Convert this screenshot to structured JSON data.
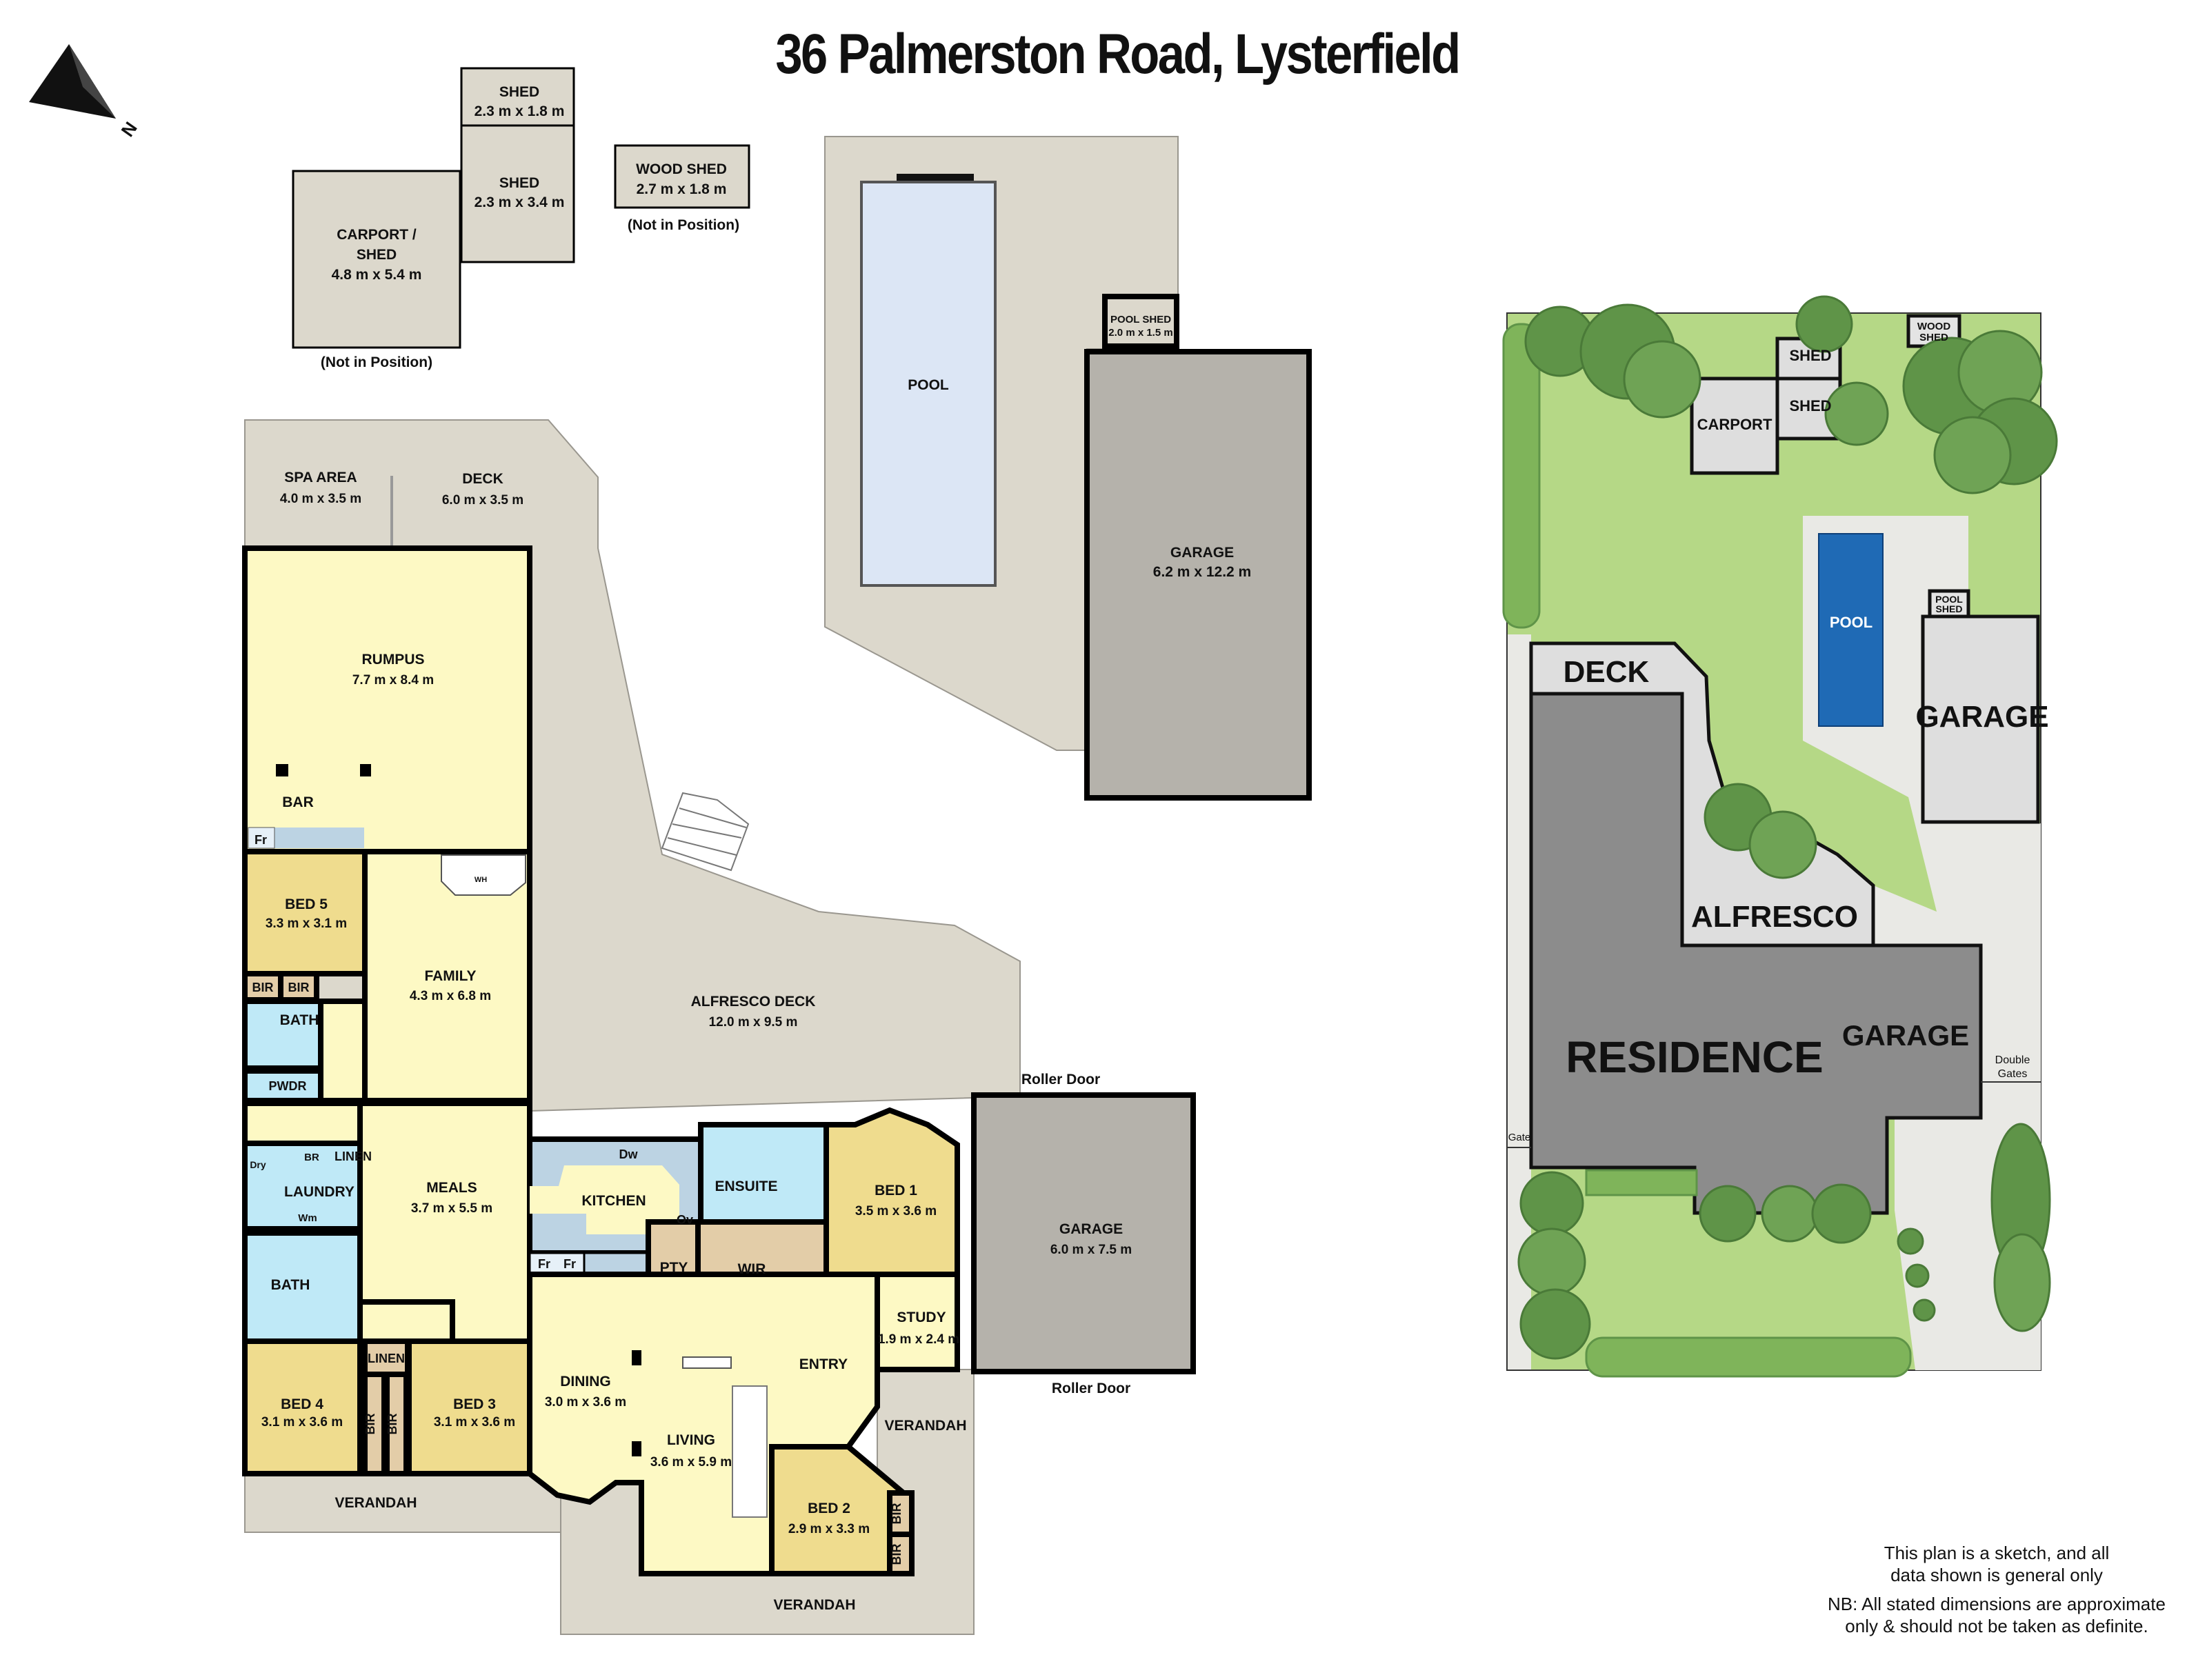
{
  "title": "36 Palmerston Road, Lysterfield",
  "compass": {
    "label": "N",
    "icon": "north-arrow-icon"
  },
  "outbuildings": {
    "shed_small": {
      "name": "SHED",
      "dims": "2.3 m x 1.8 m"
    },
    "shed": {
      "name": "SHED",
      "dims": "2.3 m x 3.4 m"
    },
    "carport": {
      "name_line1": "CARPORT /",
      "name_line2": "SHED",
      "dims": "4.8 m x 5.4 m",
      "note": "(Not in Position)"
    },
    "wood_shed": {
      "name": "WOOD SHED",
      "dims": "2.7 m x 1.8 m",
      "note": "(Not in Position)"
    },
    "pool": {
      "name": "POOL"
    },
    "pool_shed": {
      "name": "POOL SHED",
      "dims": "2.0 m x 1.5 m"
    },
    "garage": {
      "name": "GARAGE",
      "dims": "6.2 m x 12.2 m"
    }
  },
  "floor_plan": {
    "rooms": [
      {
        "name": "SPA AREA",
        "dims": "4.0 m x 3.5 m"
      },
      {
        "name": "DECK",
        "dims": "6.0 m x 3.5 m"
      },
      {
        "name": "RUMPUS",
        "dims": "7.7 m x 8.4 m"
      },
      {
        "name": "BAR"
      },
      {
        "name": "BED 5",
        "dims": "3.3 m x 3.1 m"
      },
      {
        "name": "FAMILY",
        "dims": "4.3 m x 6.8 m"
      },
      {
        "name": "ALFRESCO DECK",
        "dims": "12.0 m x 9.5 m"
      },
      {
        "name": "BATH"
      },
      {
        "name": "PWDR"
      },
      {
        "name": "LAUNDRY"
      },
      {
        "name": "MEALS",
        "dims": "3.7 m x 5.5 m"
      },
      {
        "name": "KITCHEN"
      },
      {
        "name": "ENSUITE"
      },
      {
        "name": "BED 1",
        "dims": "3.5 m x 3.6 m"
      },
      {
        "name": "PTY"
      },
      {
        "name": "WIR"
      },
      {
        "name": "BATH"
      },
      {
        "name": "STUDY",
        "dims": "1.9 m x 2.4 m"
      },
      {
        "name": "GARAGE",
        "dims": "6.0 m x 7.5 m"
      },
      {
        "name": "DINING",
        "dims": "3.0 m x 3.6 m"
      },
      {
        "name": "ENTRY"
      },
      {
        "name": "BED 4",
        "dims": "3.1 m x 3.6 m"
      },
      {
        "name": "BED 3",
        "dims": "3.1 m x 3.6 m"
      },
      {
        "name": "LIVING",
        "dims": "3.6 m x 5.9 m"
      },
      {
        "name": "BED 2",
        "dims": "2.9 m x 3.3 m"
      },
      {
        "name": "VERANDAH"
      },
      {
        "name": "VERANDAH"
      },
      {
        "name": "VERANDAH"
      }
    ],
    "fixtures": {
      "fridge_bar": "Fr",
      "bir_1": "BIR",
      "bir_2": "BIR",
      "wh": "WH",
      "dry": "Dry",
      "br": "BR",
      "linen_laundry": "LINEN",
      "wm": "Wm",
      "dw": "Dw",
      "ov": "Ov",
      "fridge_1": "Fr",
      "fridge_2": "Fr",
      "linen_hall": "LINEN",
      "bir_bed4": "BIR",
      "bir_bed3": "BIR",
      "bir_bed2_a": "BIR",
      "bir_bed2_b": "BIR"
    },
    "roller_door_top": "Roller Door",
    "roller_door_bottom": "Roller Door"
  },
  "site_plan": {
    "wood_shed_l1": "WOOD",
    "wood_shed_l2": "SHED",
    "shed_1": "SHED",
    "shed_2": "SHED",
    "carport": "CARPORT",
    "pool": "POOL",
    "pool_shed_l1": "POOL",
    "pool_shed_l2": "SHED",
    "garage_detached": "GARAGE",
    "deck": "DECK",
    "alfresco": "ALFRESCO",
    "residence": "RESIDENCE",
    "garage_attached": "GARAGE",
    "double_gates_l1": "Double",
    "double_gates_l2": "Gates",
    "gate": "Gate",
    "colors": {
      "lawn": "#b5d886",
      "residence": "#8c8c8c",
      "pool": "#1f6ab5",
      "paving": "#e9e9e5",
      "trees": "#5f9448"
    }
  },
  "disclaimer": {
    "line1": "This plan is a sketch, and all",
    "line2": "data shown is general only",
    "line3": "NB: All stated dimensions are approximate",
    "line4": "only & should not be taken as definite."
  },
  "colors": {
    "living": "#fdf9c4",
    "bedroom": "#efdc8e",
    "wet_area": "#bfe9f7",
    "bench": "#bcd3e3",
    "storage": "#e3cda8",
    "deck": "#dcd8cc",
    "garage": "#b5b2ab"
  }
}
